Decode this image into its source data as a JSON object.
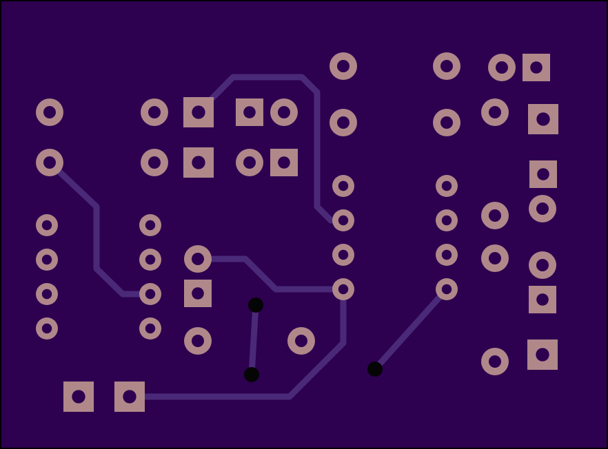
{
  "board": {
    "colors": {
      "outline": "#000000",
      "substrate": "#2d0050",
      "trace": "#4a2a78",
      "pad": "#b0888a",
      "hole": "#2d0050",
      "via": "#050505"
    }
  },
  "components": [
    {
      "id": "ic-left",
      "kind": "dip-8",
      "pin_count": 8
    },
    {
      "id": "ic-right",
      "kind": "dip-8",
      "pin_count": 8
    }
  ]
}
